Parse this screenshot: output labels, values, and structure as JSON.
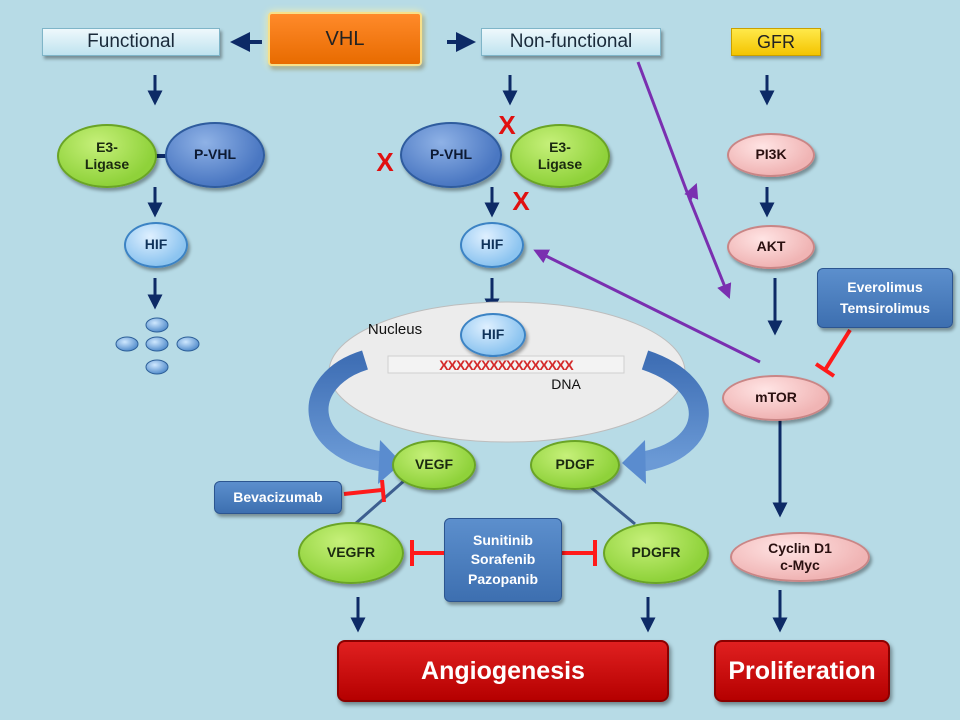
{
  "top": {
    "vhl": "VHL",
    "functional": "Functional",
    "nonfunctional": "Non-functional",
    "gfr": "GFR"
  },
  "left": {
    "e3": "E3-\nLigase",
    "pvhl": "P-VHL",
    "hif": "HIF"
  },
  "middle": {
    "pvhl": "P-VHL",
    "e3": "E3-\nLigase",
    "hif": "HIF",
    "x_mark": "X",
    "nucleus": "Nucleus",
    "nuclear_hif": "HIF",
    "dna": "DNA",
    "dna_strand": "XXXXXXXXXXXXXXXX"
  },
  "right": {
    "pi3k": "PI3K",
    "akt": "AKT",
    "mtor": "mTOR",
    "mtor_drugs": "Everolimus\nTemsirolimus",
    "cyclin": "Cyclin D1\nc-Myc"
  },
  "bottom": {
    "vegf": "VEGF",
    "pdgf": "PDGF",
    "vegfr": "VEGFR",
    "pdgfr": "PDGFR",
    "bevacizumab": "Bevacizumab",
    "tki": "Sunitinib\nSorafenib\nPazopanib",
    "angiogenesis": "Angiogenesis",
    "proliferation": "Proliferation"
  },
  "colors": {
    "arrow": "#0d2a66",
    "purple_arrow": "#7a2fb0",
    "inhibit": "#ff1a1a"
  }
}
